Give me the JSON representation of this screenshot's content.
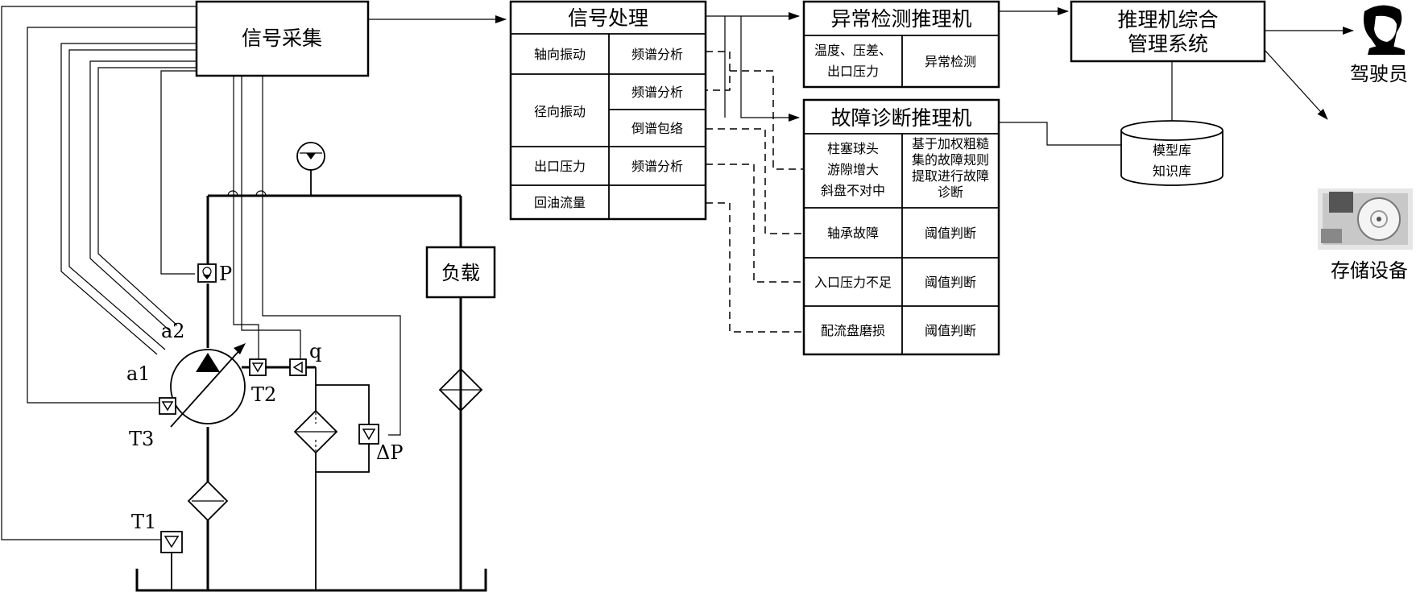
{
  "signal_acquisition": "信号采集",
  "signal_processing": {
    "title": "信号处理",
    "rows": [
      {
        "signal": "轴向振动",
        "methods": [
          "频谱分析"
        ]
      },
      {
        "signal": "径向振动",
        "methods": [
          "频谱分析",
          "倒谱包络"
        ]
      },
      {
        "signal": "出口压力",
        "methods": [
          "频谱分析"
        ]
      },
      {
        "signal": "回油流量",
        "methods": [
          ""
        ]
      }
    ]
  },
  "anomaly_engine": {
    "title": "异常检测推理机",
    "input_lines": [
      "温度、压差、",
      "出口压力"
    ],
    "method": "异常检测"
  },
  "fault_engine": {
    "title": "故障诊断推理机",
    "faults": [
      {
        "lines": [
          "柱塞球头",
          "游隙增大",
          "斜盘不对中"
        ],
        "method_lines": [
          "基于加权粗糙",
          "集的故障规则",
          "提取进行故障",
          "诊断"
        ]
      },
      {
        "lines": [
          "轴承故障"
        ],
        "method_lines": [
          "阈值判断"
        ]
      },
      {
        "lines": [
          "入口压力不足"
        ],
        "method_lines": [
          "阈值判断"
        ]
      },
      {
        "lines": [
          "配流盘磨损"
        ],
        "method_lines": [
          "阈值判断"
        ]
      }
    ]
  },
  "management": [
    "推理机综合",
    "管理系统"
  ],
  "database": [
    "模型库",
    "知识库"
  ],
  "outputs": {
    "driver": "驾驶员",
    "storage": "存储设备"
  },
  "hydraulic": {
    "load": "负载",
    "sensors": {
      "a1": "a1",
      "a2": "a2",
      "T1": "T1",
      "T2": "T2",
      "T3": "T3",
      "P": "P",
      "q": "q",
      "dP": "ΔP"
    }
  }
}
